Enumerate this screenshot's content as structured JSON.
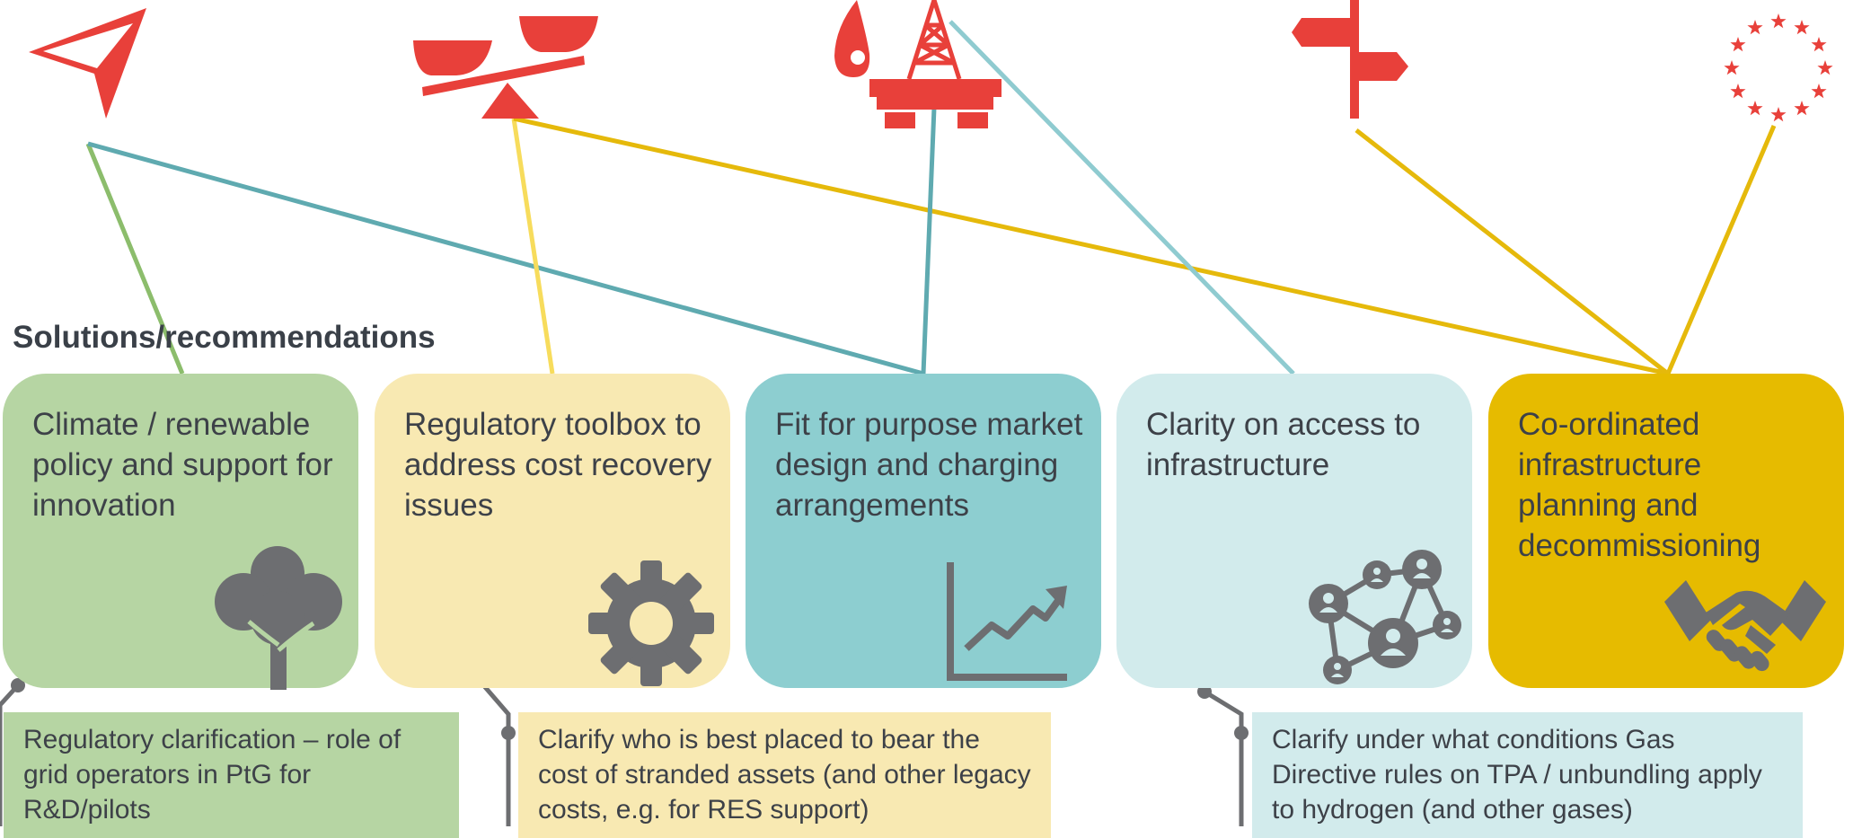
{
  "section_title": "Solutions/recommendations",
  "colors": {
    "icon_red": "#e8403a",
    "icon_gray": "#6d6e71",
    "card_green": "#b6d5a3",
    "card_light_yellow": "#f8e9b2",
    "card_teal": "#8dced0",
    "card_light_blue": "#d2ebec",
    "card_gold": "#e6bb00",
    "line_green": "#8cbd6c",
    "line_teal": "#5faab0",
    "line_light_yellow": "#f7dc5c",
    "line_light_blue": "#8fcbd0",
    "line_gold": "#e5b90b",
    "connector_gray": "#6d6e71"
  },
  "top_icons": [
    {
      "name": "paper-plane-icon"
    },
    {
      "name": "balance-scale-icon"
    },
    {
      "name": "gas-flame-rig-icon"
    },
    {
      "name": "signpost-icon"
    },
    {
      "name": "eu-stars-icon"
    }
  ],
  "cards": [
    {
      "text": "Climate / renewable policy and support for innovation",
      "icon": "tree-icon"
    },
    {
      "text": "Regulatory toolbox to address cost recovery issues",
      "icon": "gear-icon"
    },
    {
      "text": "Fit for purpose market design and charging arrangements",
      "icon": "rising-chart-icon"
    },
    {
      "text": "Clarity on access to infrastructure",
      "icon": "people-network-icon"
    },
    {
      "text": "Co-ordinated infrastructure planning and decommissioning",
      "icon": "handshake-icon"
    }
  ],
  "notes": [
    {
      "text": "Regulatory clarification – role of grid operators in PtG for R&D/pilots"
    },
    {
      "text": "Clarify who is best placed to bear the cost of stranded assets (and other legacy costs, e.g. for RES support)"
    },
    {
      "text": "Clarify under what conditions Gas Directive rules on TPA / unbundling apply to hydrogen (and other gases)"
    }
  ]
}
